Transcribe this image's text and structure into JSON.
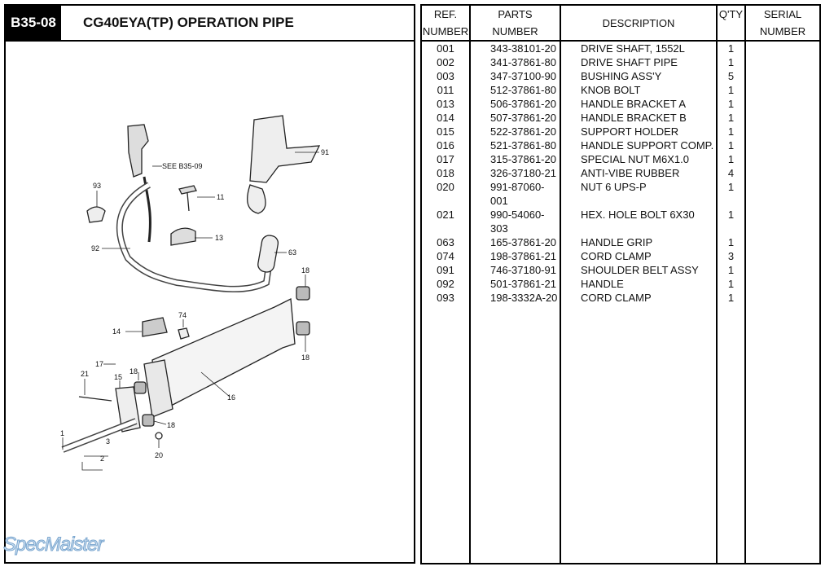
{
  "header": {
    "code": "B35-08",
    "title": "CG40EYA(TP)  OPERATION PIPE"
  },
  "diagram": {
    "callouts": [
      "91",
      "SEE B35-09",
      "93",
      "11",
      "13",
      "92",
      "63",
      "18",
      "74",
      "14",
      "18",
      "17",
      "18",
      "21",
      "15",
      "16",
      "18",
      "1",
      "3",
      "2",
      "20"
    ]
  },
  "watermark": "SpecMaister",
  "table": {
    "headers": {
      "ref": "REF.\nNUMBER",
      "parts": "PARTS\nNUMBER",
      "desc": "DESCRIPTION",
      "qty": "Q'TY",
      "serial": "SERIAL\nNUMBER"
    },
    "ref_l1": "REF.",
    "ref_l2": "NUMBER",
    "parts_l1": "PARTS",
    "parts_l2": "NUMBER",
    "serial_l1": "SERIAL",
    "serial_l2": "NUMBER",
    "rows": [
      [
        "001",
        "343-38101-20",
        "DRIVE SHAFT, 1552L",
        "1"
      ],
      [
        "002",
        "341-37861-80",
        "DRIVE SHAFT PIPE",
        "1"
      ],
      [
        "003",
        "347-37100-90",
        "BUSHING ASS'Y",
        "5"
      ],
      [
        "011",
        "512-37861-80",
        "KNOB BOLT",
        "1"
      ],
      [
        "013",
        "506-37861-20",
        "HANDLE BRACKET A",
        "1"
      ],
      [
        "014",
        "507-37861-20",
        "HANDLE BRACKET B",
        "1"
      ],
      [
        "015",
        "522-37861-20",
        "SUPPORT HOLDER",
        "1"
      ],
      [
        "016",
        "521-37861-80",
        "HANDLE SUPPORT COMP.",
        "1"
      ],
      [
        "017",
        "315-37861-20",
        "SPECIAL NUT M6X1.0",
        "1"
      ],
      [
        "018",
        "326-37180-21",
        "ANTI-VIBE RUBBER",
        "4"
      ],
      [
        "020",
        "991-87060-001",
        "NUT 6 UPS-P",
        "1"
      ],
      [
        "021",
        "990-54060-303",
        "HEX. HOLE BOLT 6X30",
        "1"
      ],
      [
        "063",
        "165-37861-20",
        "HANDLE GRIP",
        "1"
      ],
      [
        "074",
        "198-37861-21",
        "CORD CLAMP",
        "3"
      ],
      [
        "091",
        "746-37180-91",
        "SHOULDER BELT ASSY",
        "1"
      ],
      [
        "092",
        "501-37861-21",
        "HANDLE",
        "1"
      ],
      [
        "093",
        "198-3332A-20",
        "CORD CLAMP",
        "1"
      ]
    ]
  }
}
